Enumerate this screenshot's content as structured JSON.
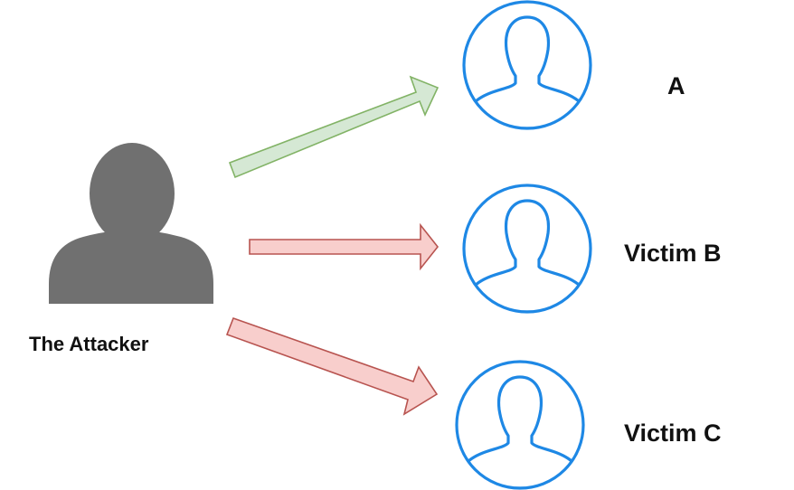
{
  "attacker": {
    "label": "The Attacker",
    "icon": "person-silhouette-icon"
  },
  "victims": [
    {
      "label": "A",
      "icon": "user-circle-icon"
    },
    {
      "label": "Victim B",
      "icon": "user-circle-icon"
    },
    {
      "label": "Victim C",
      "icon": "user-circle-icon"
    }
  ],
  "arrows": [
    {
      "from": "The Attacker",
      "to": "A",
      "color": "#d5e8d4",
      "stroke": "#82b366"
    },
    {
      "from": "The Attacker",
      "to": "Victim B",
      "color": "#f8cecc",
      "stroke": "#b85450"
    },
    {
      "from": "The Attacker",
      "to": "Victim C",
      "color": "#f8cecc",
      "stroke": "#b85450"
    }
  ],
  "colors": {
    "attacker_fill": "#707070",
    "victim_stroke": "#1e88e5"
  }
}
